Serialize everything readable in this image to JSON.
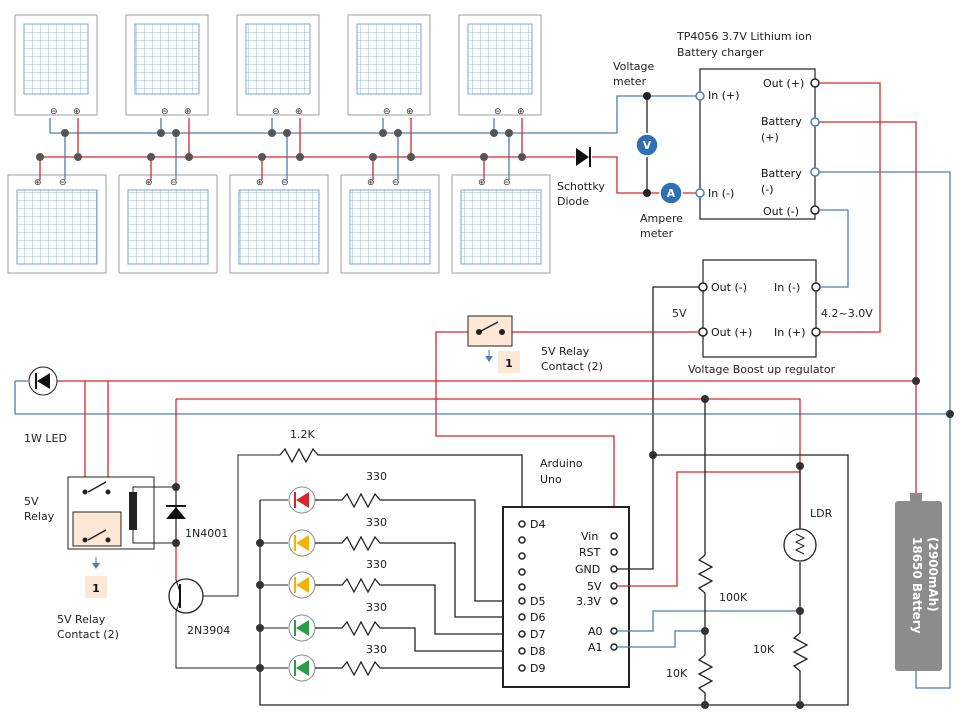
{
  "colors": {
    "red": "#d9262b",
    "blue": "#4a7fb5",
    "black": "#222222",
    "node": "#333333",
    "panel_grid": "#7aa6d6",
    "panel_border": "#9aa0a8"
  },
  "solar_panel_terminal_minus": "⊖",
  "solar_panel_terminal_plus": "⊕",
  "charger": {
    "title_line1": "TP4056  3.7V  Lithium ion",
    "title_line2": "Battery charger",
    "in_plus": "In (+)",
    "in_minus": "In (-)",
    "out_plus": "Out (+)",
    "battery_plus_1": "Battery",
    "battery_plus_2": "(+)",
    "battery_minus_1": "Battery",
    "battery_minus_2": "(-)",
    "out_minus": "Out (-)"
  },
  "voltage_meter": {
    "line1": "Voltage",
    "line2": "meter",
    "symbol": "V"
  },
  "ampere_meter": {
    "line1": "Ampere",
    "line2": "meter",
    "symbol": "A"
  },
  "diode": {
    "line1": "Schottky",
    "line2": "Diode"
  },
  "boost": {
    "out_minus": "Out (-)",
    "in_minus": "In (-)",
    "out_plus": "Out (+)",
    "in_plus": "In (+)",
    "output_voltage": "5V",
    "input_range": "4.2~3.0V",
    "title": "Voltage Boost up regulator"
  },
  "switch_top": {
    "label_line1": "5V  Relay",
    "label_line2": "Contact (2)",
    "badge": "1"
  },
  "led_1w": "1W LED",
  "relay": {
    "line1": "5V",
    "line2": "Relay"
  },
  "relay_contact": {
    "line1": "5V  Relay",
    "line2": "Contact (2)",
    "badge": "1"
  },
  "diode_1n4001": "1N4001",
  "transistor": "2N3904",
  "r_base": "1.2K",
  "led_resistors": [
    "330",
    "330",
    "330",
    "330",
    "330"
  ],
  "arduino": {
    "title_line1": "Arduino",
    "title_line2": "Uno",
    "left_pins": [
      "D4",
      "",
      "",
      "",
      "",
      "D5",
      "D6",
      "D7",
      "D8",
      "D9"
    ],
    "right_pins": [
      "Vin",
      "RST",
      "GND",
      "5V",
      "3.3V",
      "",
      "A0",
      "A1"
    ]
  },
  "ldr": "LDR",
  "r_100k": "100K",
  "r_10k_left": "10K",
  "r_10k_right": "10K",
  "battery": {
    "line1": "18650 Battery",
    "line2": "(2900mAh)"
  }
}
